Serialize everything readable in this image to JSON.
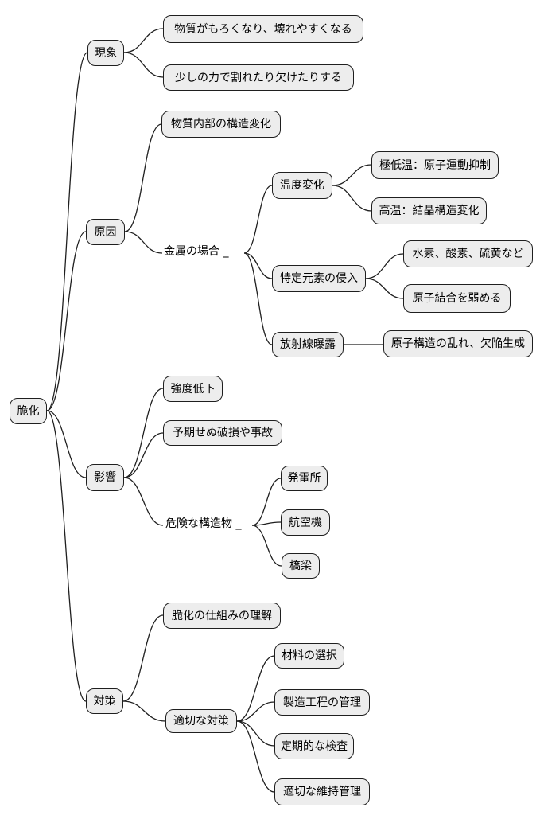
{
  "diagram": {
    "type": "mindmap",
    "background_color": "#ffffff",
    "node_fill_color": "#ededed",
    "node_border_color": "#1f1f1f",
    "line_color": "#1f1f1f",
    "text_color": "#000000",
    "root": {
      "label": "脆化",
      "children": [
        {
          "label": "現象",
          "children": [
            {
              "label": "物質がもろくなり、壊れやすくなる"
            },
            {
              "label": "少しの力で割れたり欠けたりする"
            }
          ]
        },
        {
          "label": "原因",
          "children": [
            {
              "label": "物質内部の構造変化"
            },
            {
              "label": "金属の場合 _",
              "style": "plain-text",
              "children": [
                {
                  "label": "温度変化",
                  "children": [
                    {
                      "label": "極低温：原子運動抑制"
                    },
                    {
                      "label": "高温：結晶構造変化"
                    }
                  ]
                },
                {
                  "label": "特定元素の侵入",
                  "children": [
                    {
                      "label": "水素、酸素、硫黄など"
                    },
                    {
                      "label": "原子結合を弱める"
                    }
                  ]
                },
                {
                  "label": "放射線曝露",
                  "children": [
                    {
                      "label": "原子構造の乱れ、欠陥生成"
                    }
                  ]
                }
              ]
            }
          ]
        },
        {
          "label": "影響",
          "children": [
            {
              "label": "強度低下"
            },
            {
              "label": "予期せぬ破損や事故"
            },
            {
              "label": "危険な構造物 _",
              "style": "plain-text",
              "children": [
                {
                  "label": "発電所"
                },
                {
                  "label": "航空機"
                },
                {
                  "label": "橋梁"
                }
              ]
            }
          ]
        },
        {
          "label": "対策",
          "children": [
            {
              "label": "脆化の仕組みの理解"
            },
            {
              "label": "適切な対策",
              "children": [
                {
                  "label": "材料の選択"
                },
                {
                  "label": "製造工程の管理"
                },
                {
                  "label": "定期的な検査"
                },
                {
                  "label": "適切な維持管理"
                }
              ]
            }
          ]
        }
      ]
    }
  }
}
